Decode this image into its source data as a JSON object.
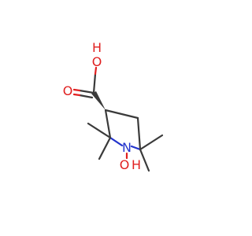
{
  "molecule": {
    "atoms": [
      {
        "id": "o_carbonyl",
        "label": "O",
        "color": "#e02020"
      },
      {
        "id": "o_acid",
        "label": "O",
        "color": "#e02020"
      },
      {
        "id": "h_acid",
        "label": "H",
        "color": "#e02020"
      },
      {
        "id": "n_ring",
        "label": "N",
        "color": "#2233cc"
      },
      {
        "id": "o_hydroxy",
        "label": "O",
        "color": "#e02020"
      },
      {
        "id": "h_hydroxy",
        "label": "H",
        "color": "#e02020"
      }
    ],
    "bond_color": "#3a3a3a"
  }
}
